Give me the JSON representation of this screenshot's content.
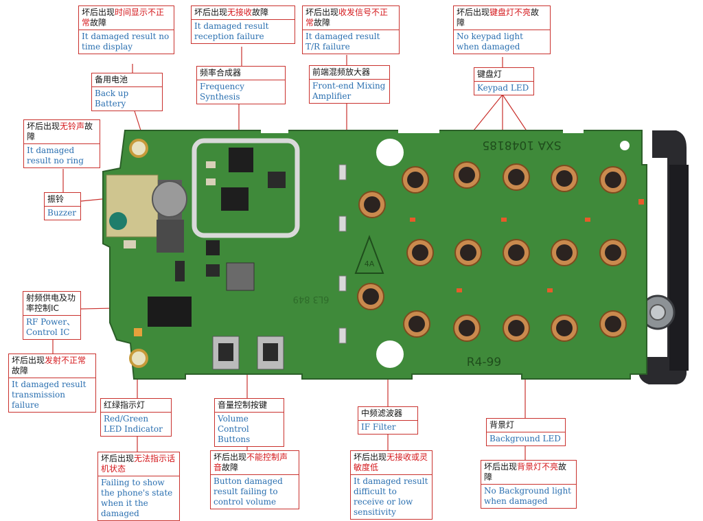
{
  "board": {
    "marking_top": "SXA 1048185",
    "marking_bottom": "R4-99",
    "marking_mid": "6L3 849",
    "warning": "4A"
  },
  "callouts": {
    "time_fault": {
      "zh_pre": "坏后出现",
      "zh_red": "时间显示不正常",
      "zh_post": "故障",
      "en": "It damaged result no time display"
    },
    "battery": {
      "zh": "备用电池",
      "en": "Back up Battery"
    },
    "recv_fault": {
      "zh_pre": "坏后出现",
      "zh_red": "无接收",
      "zh_post": "故障",
      "en": "It damaged result reception failure"
    },
    "synth": {
      "zh": "频率合成器",
      "en": "Frequency Synthesis"
    },
    "tr_fault": {
      "zh_pre": "坏后出现",
      "zh_red": "收发信号不正常",
      "zh_post": "故障",
      "en": "It damaged result T/R failure"
    },
    "frontend": {
      "zh": "前端混频放大器",
      "en": "Front-end Mixing Amplifier"
    },
    "keypad_fault": {
      "zh_pre": "坏后出现",
      "zh_red": "键盘灯不亮",
      "zh_post": "故障",
      "en": "No keypad light when damaged"
    },
    "keypad_led": {
      "zh": "键盘灯",
      "en": "Keypad LED"
    },
    "ring_fault": {
      "zh_pre": "坏后出现",
      "zh_red": "无铃声",
      "zh_post": "故障",
      "en": "It damaged result no ring"
    },
    "buzzer": {
      "zh": "振铃",
      "en": "Buzzer"
    },
    "rfpower": {
      "zh": "射频供电及功率控制IC",
      "en": "RF Power、Control IC"
    },
    "tx_fault": {
      "zh_pre": "坏后出现",
      "zh_red": "发射不正常",
      "zh_post": "故障",
      "en": "It damaged result transmission failure"
    },
    "led_ind": {
      "zh": "红绿指示灯",
      "en": "Red/Green LED Indicator"
    },
    "state_fault": {
      "zh_pre": "坏后出现",
      "zh_red": "无法指示话机状态",
      "zh_post": "",
      "en": "Failing to show the phone's state when it the damaged"
    },
    "volume": {
      "zh": "音量控制按键",
      "en": "Volume Control Buttons"
    },
    "volume_fault": {
      "zh_pre": "坏后出现",
      "zh_red": "不能控制声音",
      "zh_post": "故障",
      "en": "Button damaged result failing to control volume"
    },
    "if_filter": {
      "zh": "中频滤波器",
      "en": "IF Filter"
    },
    "if_fault": {
      "zh_pre": "坏后出现",
      "zh_red": "无接收或灵敏度低",
      "zh_post": "",
      "en": "It damaged result difficult to receive or low sensitivity"
    },
    "backlight": {
      "zh": "背景灯",
      "en": "Background LED"
    },
    "backlight_fault": {
      "zh_pre": "坏后出现",
      "zh_red": "背景灯不亮",
      "zh_post": "故障",
      "en": "No Background light when damaged"
    }
  },
  "colors": {
    "pcb": "#3f8a3a",
    "pcb_dark": "#2f6e2c",
    "callout_border": "#c9302c",
    "callout_red": "#d4171b",
    "callout_blue": "#2a6fb0",
    "keypad_dome": "#c98a4e"
  }
}
